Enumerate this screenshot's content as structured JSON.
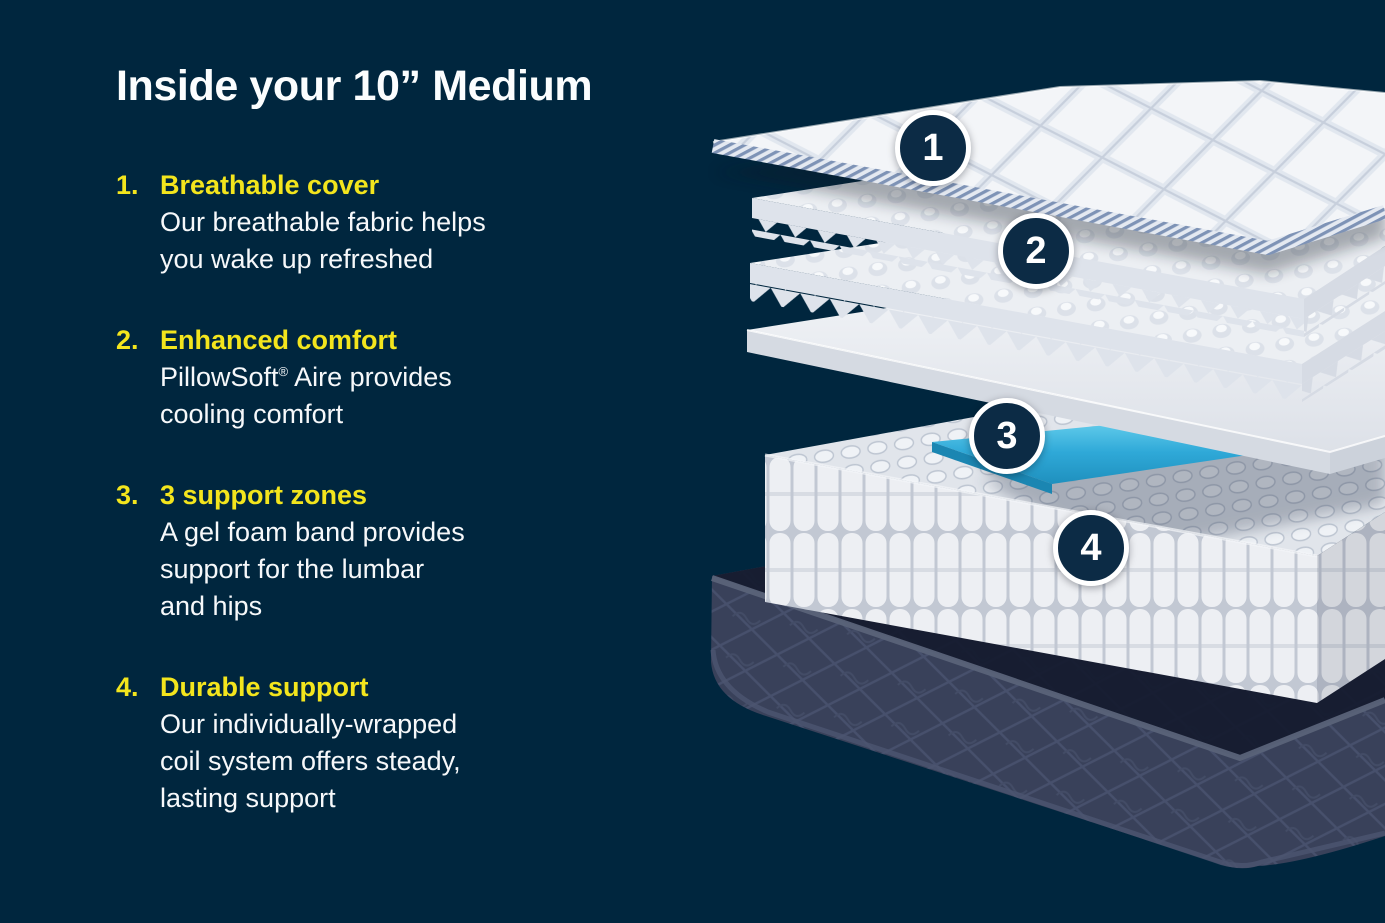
{
  "title": "Inside your 10” Medium",
  "features": [
    {
      "number": "1.",
      "heading": "Breathable cover",
      "lines": [
        "Our breathable fabric helps",
        "you wake up refreshed"
      ]
    },
    {
      "number": "2.",
      "heading": "Enhanced comfort",
      "brand": "PillowSoft",
      "registered_mark": "®",
      "line1_rest": " Aire provides",
      "lines": [
        "cooling comfort"
      ]
    },
    {
      "number": "3.",
      "heading": "3 support zones",
      "lines": [
        "A gel foam band provides",
        "support for the lumbar",
        "and hips"
      ]
    },
    {
      "number": "4.",
      "heading": "Durable support",
      "lines": [
        "Our individually-wrapped",
        "coil system offers steady,",
        "lasting support"
      ]
    }
  ],
  "diagram": {
    "callouts": [
      {
        "label": "1",
        "points_to": "breathable-cover"
      },
      {
        "label": "2",
        "points_to": "pillowsoft-aire-foam"
      },
      {
        "label": "3",
        "points_to": "gel-foam-band"
      },
      {
        "label": "4",
        "points_to": "wrapped-coil-system"
      }
    ],
    "layers": [
      "quilted-breathable-cover",
      "pillowsoft-aire-convoluted-foam-upper",
      "pillowsoft-aire-convoluted-foam-lower",
      "transition-foam-sheet",
      "gel-foam-band",
      "individually-wrapped-coil-core",
      "durable-quilted-base"
    ]
  },
  "colors": {
    "background": "#00263E",
    "accent_yellow": "#F3E51D",
    "text_white": "#F6F8FA",
    "badge_navy": "#0C2B45",
    "badge_border": "#FFFFFF",
    "gel_blue": "#2FA9D8",
    "foam_white": "#ECEFF3",
    "base_fabric": "#39415A"
  }
}
